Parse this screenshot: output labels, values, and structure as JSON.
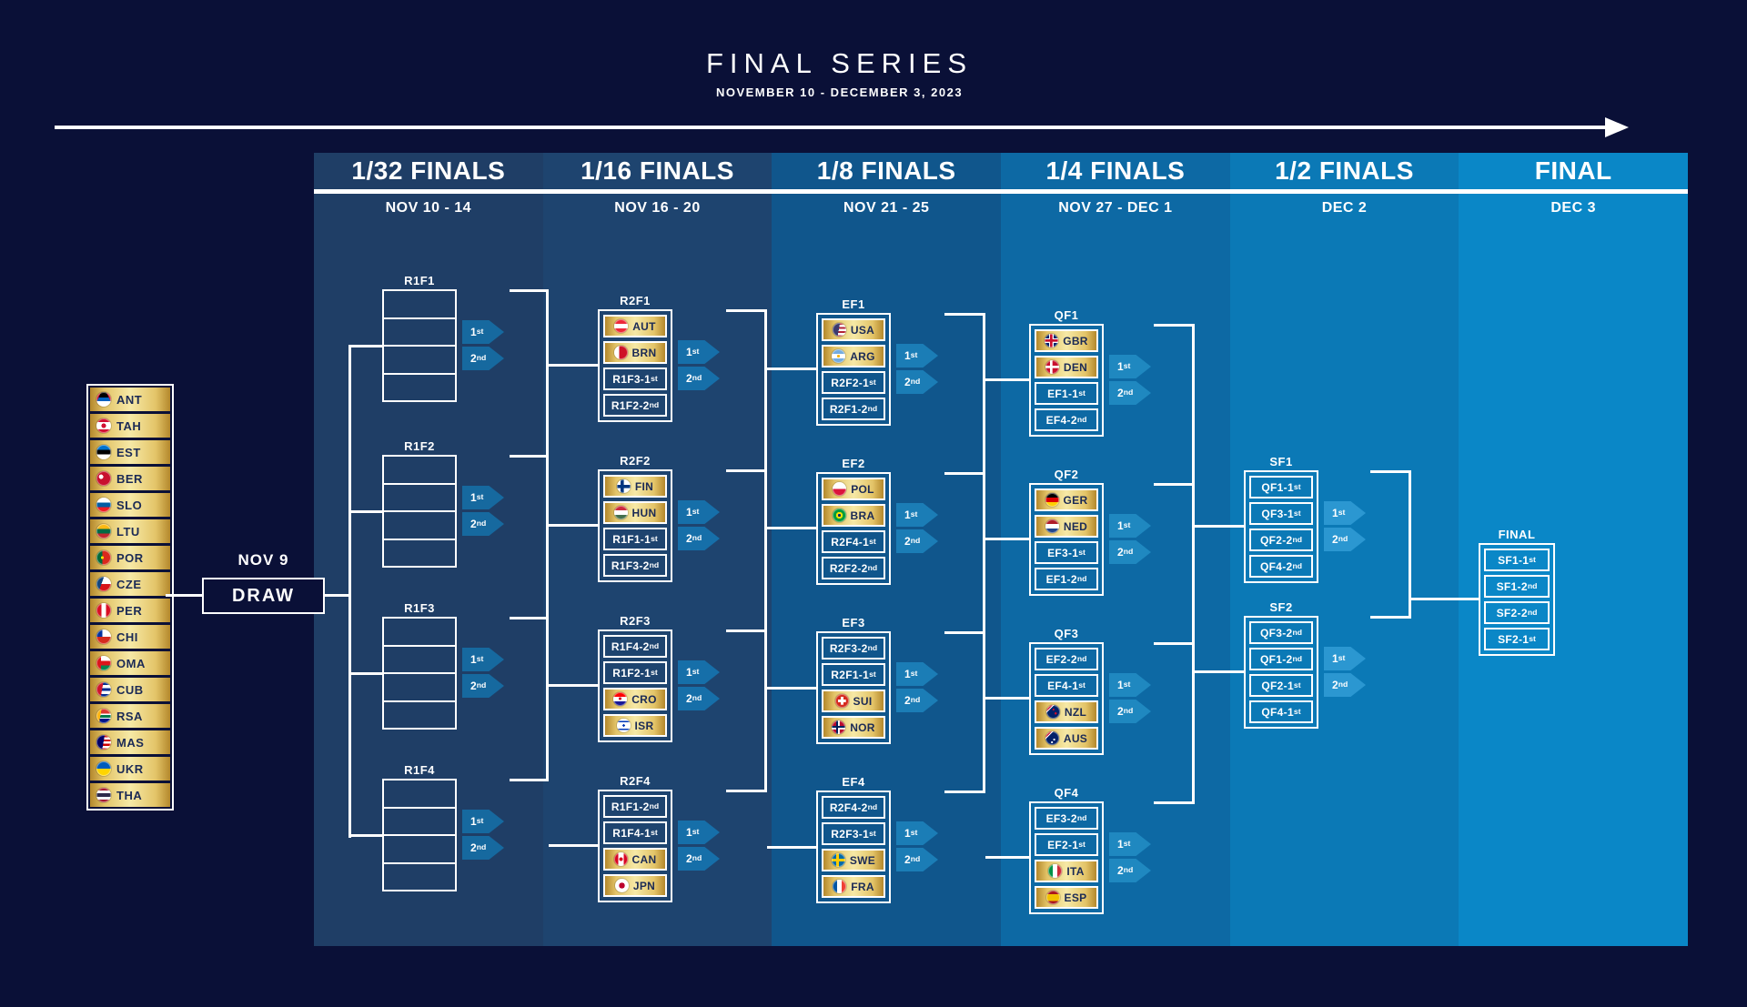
{
  "header": {
    "title": "FINAL SERIES",
    "subtitle": "NOVEMBER 10 - DECEMBER 3, 2023"
  },
  "draw": {
    "date": "NOV 9",
    "label": "DRAW"
  },
  "tags": {
    "first": "1st",
    "second": "2nd"
  },
  "qualifiers": [
    "ANT",
    "TAH",
    "EST",
    "BER",
    "SLO",
    "LTU",
    "POR",
    "CZE",
    "PER",
    "CHI",
    "OMA",
    "CUB",
    "RSA",
    "MAS",
    "UKR",
    "THA"
  ],
  "colors": {
    "background": "#0a1037",
    "gold": "#e3c468",
    "white": "#ffffff",
    "column_shades": [
      "#1f3e66",
      "#1e446f",
      "#10568c",
      "#0d69a4",
      "#0b79b6",
      "#0a87c7"
    ]
  },
  "columns": [
    {
      "header": "1/32 FINALS",
      "date": "NOV 10 - 14",
      "groups": [
        {
          "name": "R1F1",
          "slots": [
            {
              "label": ""
            },
            {
              "label": ""
            },
            {
              "label": ""
            },
            {
              "label": ""
            }
          ]
        },
        {
          "name": "R1F2",
          "slots": [
            {
              "label": ""
            },
            {
              "label": ""
            },
            {
              "label": ""
            },
            {
              "label": ""
            }
          ]
        },
        {
          "name": "R1F3",
          "slots": [
            {
              "label": ""
            },
            {
              "label": ""
            },
            {
              "label": ""
            },
            {
              "label": ""
            }
          ]
        },
        {
          "name": "R1F4",
          "slots": [
            {
              "label": ""
            },
            {
              "label": ""
            },
            {
              "label": ""
            },
            {
              "label": ""
            }
          ]
        }
      ]
    },
    {
      "header": "1/16 FINALS",
      "date": "NOV 16 - 20",
      "groups": [
        {
          "name": "R2F1",
          "slots": [
            {
              "label": "AUT",
              "code": "AUT"
            },
            {
              "label": "BRN",
              "code": "BRN"
            },
            {
              "label": "R1F3-1st"
            },
            {
              "label": "R1F2-2nd"
            }
          ]
        },
        {
          "name": "R2F2",
          "slots": [
            {
              "label": "FIN",
              "code": "FIN"
            },
            {
              "label": "HUN",
              "code": "HUN"
            },
            {
              "label": "R1F1-1st"
            },
            {
              "label": "R1F3-2nd"
            }
          ]
        },
        {
          "name": "R2F3",
          "slots": [
            {
              "label": "R1F4-2nd"
            },
            {
              "label": "R1F2-1st"
            },
            {
              "label": "CRO",
              "code": "CRO"
            },
            {
              "label": "ISR",
              "code": "ISR"
            }
          ]
        },
        {
          "name": "R2F4",
          "slots": [
            {
              "label": "R1F1-2nd"
            },
            {
              "label": "R1F4-1st"
            },
            {
              "label": "CAN",
              "code": "CAN"
            },
            {
              "label": "JPN",
              "code": "JPN"
            }
          ]
        }
      ]
    },
    {
      "header": "1/8 FINALS",
      "date": "NOV 21 - 25",
      "groups": [
        {
          "name": "EF1",
          "slots": [
            {
              "label": "USA",
              "code": "USA"
            },
            {
              "label": "ARG",
              "code": "ARG"
            },
            {
              "label": "R2F2-1st"
            },
            {
              "label": "R2F1-2nd"
            }
          ]
        },
        {
          "name": "EF2",
          "slots": [
            {
              "label": "POL",
              "code": "POL"
            },
            {
              "label": "BRA",
              "code": "BRA"
            },
            {
              "label": "R2F4-1st"
            },
            {
              "label": "R2F2-2nd"
            }
          ]
        },
        {
          "name": "EF3",
          "slots": [
            {
              "label": "R2F3-2nd"
            },
            {
              "label": "R2F1-1st"
            },
            {
              "label": "SUI",
              "code": "SUI"
            },
            {
              "label": "NOR",
              "code": "NOR"
            }
          ]
        },
        {
          "name": "EF4",
          "slots": [
            {
              "label": "R2F4-2nd"
            },
            {
              "label": "R2F3-1st"
            },
            {
              "label": "SWE",
              "code": "SWE"
            },
            {
              "label": "FRA",
              "code": "FRA"
            }
          ]
        }
      ]
    },
    {
      "header": "1/4 FINALS",
      "date": "NOV 27 - DEC 1",
      "groups": [
        {
          "name": "QF1",
          "slots": [
            {
              "label": "GBR",
              "code": "GBR"
            },
            {
              "label": "DEN",
              "code": "DEN"
            },
            {
              "label": "EF1-1st"
            },
            {
              "label": "EF4-2nd"
            }
          ]
        },
        {
          "name": "QF2",
          "slots": [
            {
              "label": "GER",
              "code": "GER"
            },
            {
              "label": "NED",
              "code": "NED"
            },
            {
              "label": "EF3-1st"
            },
            {
              "label": "EF1-2nd"
            }
          ]
        },
        {
          "name": "QF3",
          "slots": [
            {
              "label": "EF2-2nd"
            },
            {
              "label": "EF4-1st"
            },
            {
              "label": "NZL",
              "code": "NZL"
            },
            {
              "label": "AUS",
              "code": "AUS"
            }
          ]
        },
        {
          "name": "QF4",
          "slots": [
            {
              "label": "EF3-2nd"
            },
            {
              "label": "EF2-1st"
            },
            {
              "label": "ITA",
              "code": "ITA"
            },
            {
              "label": "ESP",
              "code": "ESP"
            }
          ]
        }
      ]
    },
    {
      "header": "1/2 FINALS",
      "date": "DEC 2",
      "groups": [
        {
          "name": "SF1",
          "slots": [
            {
              "label": "QF1-1st"
            },
            {
              "label": "QF3-1st"
            },
            {
              "label": "QF2-2nd"
            },
            {
              "label": "QF4-2nd"
            }
          ]
        },
        {
          "name": "SF2",
          "slots": [
            {
              "label": "QF3-2nd"
            },
            {
              "label": "QF1-2nd"
            },
            {
              "label": "QF2-1st"
            },
            {
              "label": "QF4-1st"
            }
          ]
        }
      ]
    },
    {
      "header": "FINAL",
      "date": "DEC 3",
      "groups": [
        {
          "name": "FINAL",
          "slots": [
            {
              "label": "SF1-1st"
            },
            {
              "label": "SF1-2nd"
            },
            {
              "label": "SF2-2nd"
            },
            {
              "label": "SF2-1st"
            }
          ]
        }
      ]
    }
  ]
}
